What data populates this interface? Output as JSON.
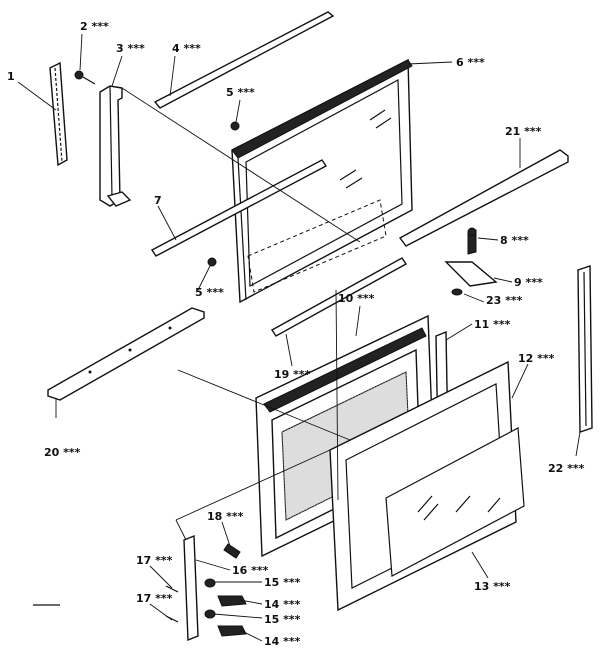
{
  "diagram": {
    "callouts": {
      "c1": "1",
      "c2": "2 ***",
      "c3": "3 ***",
      "c4": "4 ***",
      "c5a": "5 ***",
      "c5b": "5 ***",
      "c6": "6 ***",
      "c7": "7",
      "c8": "8 ***",
      "c9": "9 ***",
      "c10": "10 ***",
      "c11": "11 ***",
      "c12": "12 ***",
      "c13": "13 ***",
      "c14a": "14 ***",
      "c14b": "14 ***",
      "c15a": "15 ***",
      "c15b": "15 ***",
      "c16": "16 ***",
      "c17a": "17 ***",
      "c17b": "17 ***",
      "c18": "18 ***",
      "c19": "19 ***",
      "c20": "20 ***",
      "c21": "21 ***",
      "c22": "22 ***",
      "c23": "23 ***"
    }
  }
}
